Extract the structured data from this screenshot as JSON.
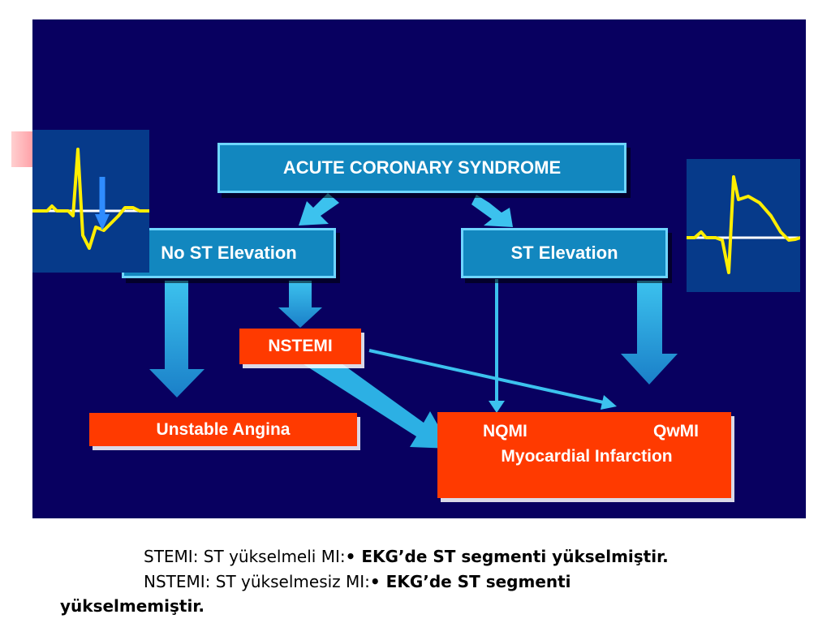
{
  "diagram": {
    "root": "ACUTE CORONARY SYNDROME",
    "branch_left": "No ST Elevation",
    "branch_right": "ST Elevation",
    "nstemi": "NSTEMI",
    "unstable_angina": "Unstable Angina",
    "mi_nqmi": "NQMI",
    "mi_qwmi": "QwMI",
    "mi_label": "Myocardial Infarction"
  },
  "ecg": {
    "left": {
      "icon": "ecg-st-depression-icon"
    },
    "right": {
      "icon": "ecg-st-elevation-icon"
    }
  },
  "caption": {
    "line1_plain": "STEMI: ST yükselmeli MI:",
    "line1_bold": "• EKG’de ST segmenti yükselmiştir.",
    "line2_plain": "NSTEMI: ST yükselmesiz MI:",
    "line2_bold": "• EKG’de ST segmenti",
    "line3_bold": "yükselmemiştir."
  },
  "colors": {
    "background": "#080060",
    "blue_box": "#1287bf",
    "red_box": "#ff3a00",
    "arrow": "#33b8ea",
    "ecg_trace": "#ffee00"
  }
}
